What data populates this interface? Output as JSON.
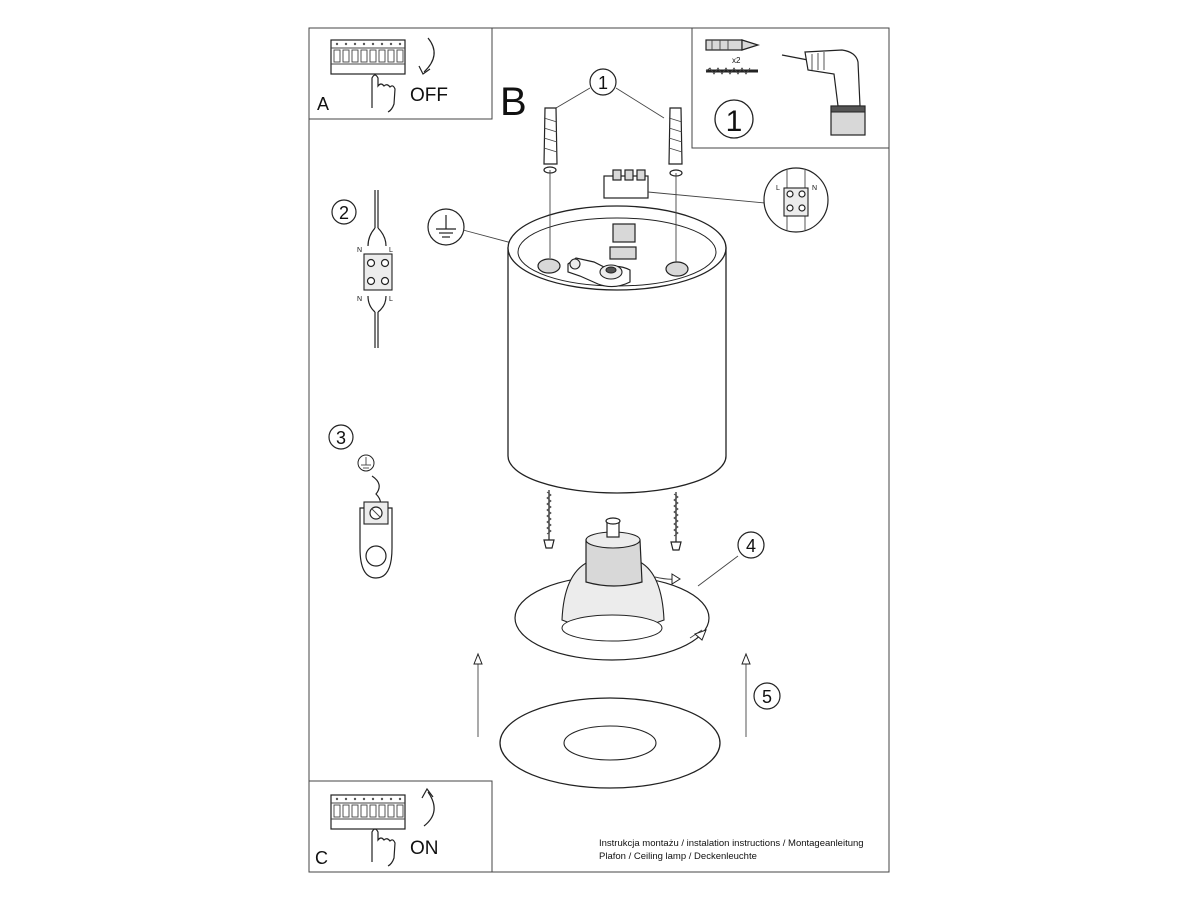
{
  "panels": {
    "a": {
      "letter": "A",
      "state": "OFF"
    },
    "b": {
      "letter": "B"
    },
    "c": {
      "letter": "C",
      "state": "ON"
    }
  },
  "tools": {
    "quantity": "x2",
    "step": "1"
  },
  "steps": {
    "s1": "1",
    "s2": "2",
    "s3": "3",
    "s4": "4",
    "s5": "5"
  },
  "terminal": {
    "n": "N",
    "l": "L"
  },
  "footer": {
    "line1": "Instrukcja montażu / instalation instructions / Montageanleitung",
    "line2": "Plafon / Ceiling lamp / Deckenleuchte"
  },
  "colors": {
    "line": "#222222",
    "fill_grey": "#d8d8d8",
    "background": "#ffffff"
  },
  "icons": [
    "circuit-breaker-icon",
    "hand-icon",
    "curved-arrow-icon",
    "wall-plug-icon",
    "screw-icon",
    "drill-icon",
    "ground-symbol-icon",
    "terminal-block-icon"
  ]
}
